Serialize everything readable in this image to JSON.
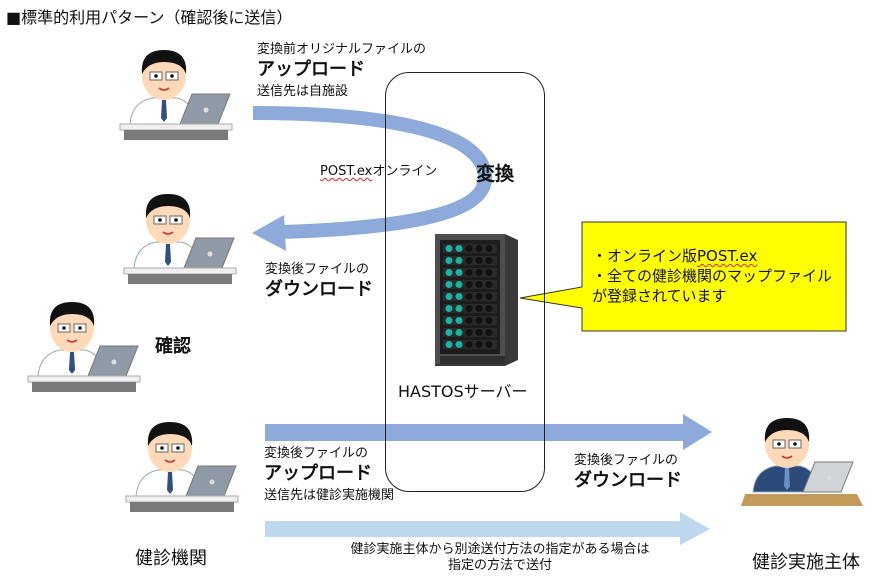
{
  "title": "■標準的利用パターン（確認後に送信）",
  "step1": {
    "line1": "変換前オリジナルファイルの",
    "action": "アップロード",
    "line3": "送信先は自施設"
  },
  "curve_label": {
    "prefix": "POST.ex",
    "suffix": "オンライン"
  },
  "convert_label": "変換",
  "step2": {
    "line1": "変換後ファイルの",
    "action": "ダウンロード"
  },
  "confirm_label": "確認",
  "server_label": "HASTOSサーバー",
  "callout": {
    "line1_prefix": "・オンライン版",
    "line1_underlined": "POST.ex",
    "line2": "・全ての健診機関のマップファイル",
    "line3": "が登録されています"
  },
  "step3": {
    "line1": "変換後ファイルの",
    "action": "アップロード",
    "line3": "送信先は健診実施機関"
  },
  "step4": {
    "line1": "変換後ファイルの",
    "action": "ダウンロード"
  },
  "alt_route": {
    "line1": "健診実施主体から別途送付方法の指定がある場合は",
    "line2": "指定の方法で送付"
  },
  "actors": {
    "clinic": "健診機関",
    "implementer": "健診実施主体"
  },
  "colors": {
    "arrow_main": "#8eaadb",
    "arrow_light": "#bdd7ee",
    "callout_fill": "#ffff00",
    "server_body": "#4a4a4a",
    "server_led": "#1ab3a6"
  }
}
